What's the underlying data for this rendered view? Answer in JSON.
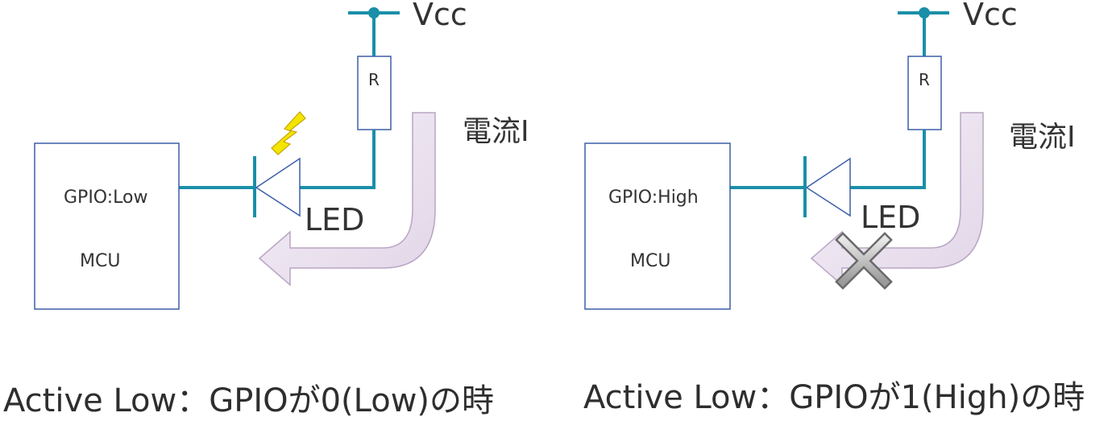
{
  "left": {
    "vcc": "Vcc",
    "resistor": "R",
    "current": "電流I",
    "led": "LED",
    "gpio": "GPIO:Low",
    "mcu": "MCU",
    "caption": "Active Low：GPIOが0(Low)の時"
  },
  "right": {
    "vcc": "Vcc",
    "resistor": "R",
    "current": "電流I",
    "led": "LED",
    "gpio": "GPIO:High",
    "mcu": "MCU",
    "caption": "Active Low：GPIOが1(High)の時"
  },
  "colors": {
    "wire": "#1a8fa8",
    "box_stroke": "#3c5ea8",
    "arrow_fill": "#ece4f0",
    "arrow_stroke": "#b8a5c4",
    "spark": "#f2e600"
  }
}
